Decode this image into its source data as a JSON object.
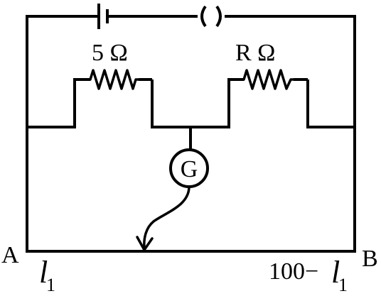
{
  "diagram": {
    "resistor_left_label": "5 Ω",
    "resistor_right_label": "R Ω",
    "galvanometer_label": "G",
    "end_a_label": "A",
    "end_b_label": "B",
    "length_left": {
      "symbol": "l",
      "subscript": "1"
    },
    "length_right": {
      "prefix": "100−",
      "symbol": "l",
      "subscript": "1"
    }
  }
}
